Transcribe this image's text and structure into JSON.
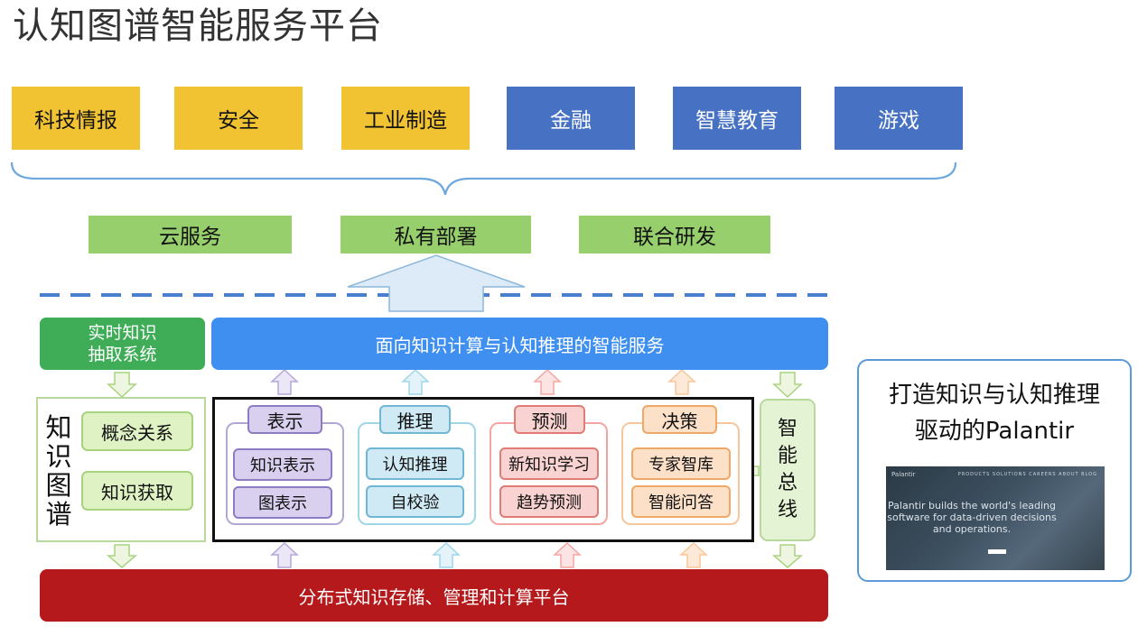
{
  "title": "认知图谱智能服务平台",
  "domains": [
    {
      "label": "科技情报",
      "color": "#f1c232"
    },
    {
      "label": "安全",
      "color": "#f1c232"
    },
    {
      "label": "工业制造",
      "color": "#f1c232"
    },
    {
      "label": "金融",
      "color": "#4772c4"
    },
    {
      "label": "智慧教育",
      "color": "#4772c4"
    },
    {
      "label": "游戏",
      "color": "#4772c4"
    }
  ],
  "deployment": [
    "云服务",
    "私有部署",
    "联合研发"
  ],
  "top_service": "面向知识计算与认知推理的智能服务",
  "realtime": {
    "line1": "实时知识",
    "line2": "抽取系统"
  },
  "knowledge_graph": {
    "title_chars": [
      "知",
      "识",
      "图",
      "谱"
    ],
    "items": [
      "概念关系",
      "知识获取"
    ]
  },
  "groups": [
    {
      "tag": "表示",
      "items": [
        "知识表示",
        "图表示"
      ],
      "accent": "#b4a7d6"
    },
    {
      "tag": "推理",
      "items": [
        "认知推理",
        "自校验"
      ],
      "accent": "#9fd6e8"
    },
    {
      "tag": "预测",
      "items": [
        "新知识学习",
        "趋势预测"
      ],
      "accent": "#f4a5a1"
    },
    {
      "tag": "决策",
      "items": [
        "专家智库",
        "智能问答"
      ],
      "accent": "#f8c69a"
    }
  ],
  "bus": [
    "智",
    "能",
    "总",
    "线"
  ],
  "bottom_platform": "分布式知识存储、管理和计算平台",
  "palantir": {
    "title_line1": "打造知识与认知推理",
    "title_line2": "驱动的Palantir",
    "screenshot_logo": "Palantir",
    "screenshot_nav": "PRODUCTS SOLUTIONS CAREERS ABOUT BLOG",
    "screenshot_text": "Palantir builds the world's leading software for data-driven decisions and operations."
  },
  "colors": {
    "yellow": "#f1c232",
    "blue": "#4772c4",
    "green": "#98cf6d",
    "service_blue": "#3f8ff0",
    "realtime_green": "#3fac57",
    "platform_red": "#b6191b"
  }
}
